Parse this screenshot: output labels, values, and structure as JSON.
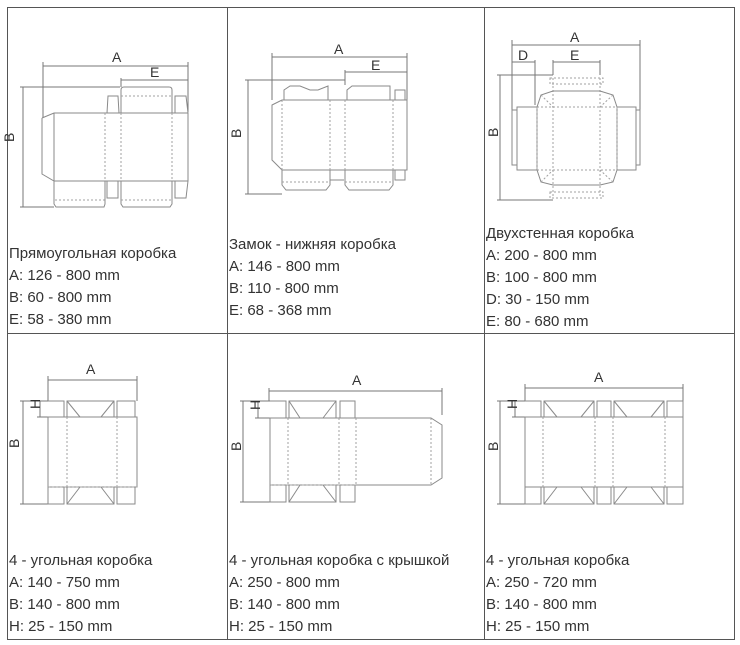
{
  "labels": {
    "A": "A",
    "B": "B",
    "D": "D",
    "E": "E",
    "H": "H"
  },
  "cells": [
    {
      "title": "Прямоугольная коробка",
      "lines": [
        "A: 126 - 800 mm",
        "B: 60 - 800 mm",
        "E: 58 - 380 mm"
      ]
    },
    {
      "title": "Замок - нижняя коробка",
      "lines": [
        "A: 146 - 800 mm",
        "B: 110 - 800 mm",
        "E: 68 - 368 mm"
      ]
    },
    {
      "title": "Двухстенная коробка",
      "lines": [
        "A: 200 - 800 mm",
        "B: 100 - 800 mm",
        "D: 30 - 150 mm",
        "E: 80 - 680 mm"
      ]
    },
    {
      "title": "4 - угольная коробка",
      "lines": [
        "A: 140 - 750 mm",
        "B: 140 - 800 mm",
        "H: 25 - 150 mm"
      ]
    },
    {
      "title": "4 - угольная коробка с крышкой",
      "lines": [
        "A: 250 - 800 mm",
        "B: 140 - 800 mm",
        "H: 25 - 150 mm"
      ]
    },
    {
      "title": "4 - угольная коробка",
      "lines": [
        "A: 250 - 720 mm",
        "B: 140 - 800 mm",
        "H: 25 - 150 mm"
      ]
    }
  ]
}
